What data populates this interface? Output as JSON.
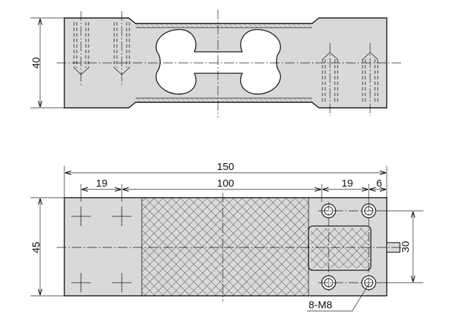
{
  "drawing": {
    "title": "",
    "top_view": {
      "height_dim": "40"
    },
    "bottom_view": {
      "overall_length_dim": "150",
      "hole_offset_left_dim": "19",
      "pad_length_dim": "100",
      "hole_offset_right_dim": "19",
      "edge_offset_dim": "6",
      "width_dim": "45",
      "hole_spacing_dim": "30",
      "thread_callout": "8-M8"
    }
  }
}
